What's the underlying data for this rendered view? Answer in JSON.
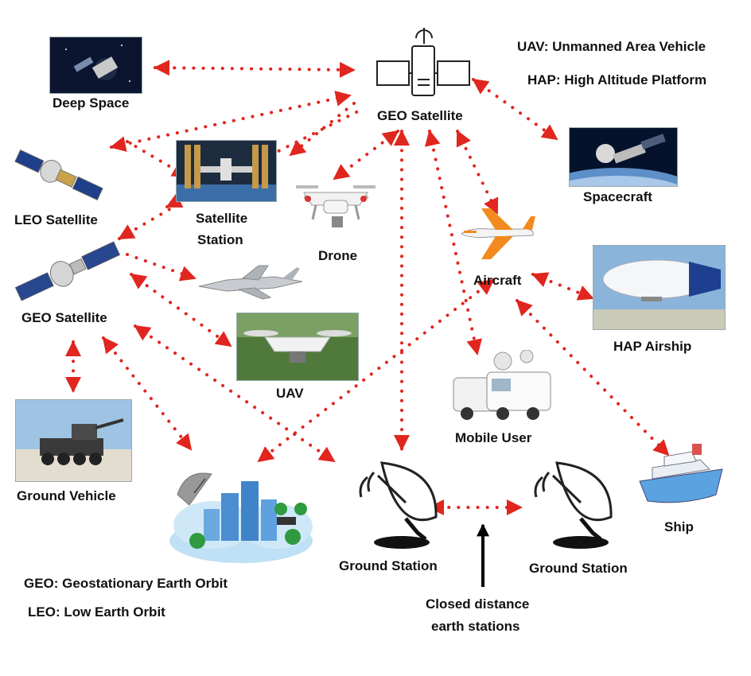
{
  "legend_top": {
    "uav": "UAV: Unmanned Area Vehicle",
    "hap": "HAP: High Altitude Platform"
  },
  "legend_bottom": {
    "geo": "GEO: Geostationary Earth Orbit",
    "leo": "LEO: Low Earth Orbit"
  },
  "nodes": {
    "deep_space": "Deep Space",
    "geo_satellite_top": "GEO Satellite",
    "spacecraft": "Spacecraft",
    "leo_satellite": "LEO Satellite",
    "satellite_station_line1": "Satellite",
    "satellite_station_line2": "Station",
    "drone": "Drone",
    "aircraft": "Aircraft",
    "hap_airship": "HAP Airship",
    "geo_satellite_left": "GEO Satellite",
    "uav": "UAV",
    "mobile_user": "Mobile User",
    "ground_vehicle": "Ground Vehicle",
    "ship": "Ship",
    "ground_station_1": "Ground Station",
    "ground_station_2": "Ground Station"
  },
  "annotation": {
    "line1": "Closed distance",
    "line2": "earth stations"
  },
  "colors": {
    "link": "#e0261e",
    "text": "#111111",
    "arrow_black": "#000000"
  }
}
